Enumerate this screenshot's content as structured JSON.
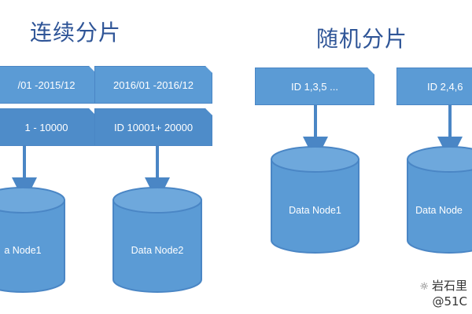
{
  "titles": {
    "sequential": "连续分片",
    "random": "随机分片"
  },
  "sequential": {
    "left": {
      "range": "/01 -2015/12",
      "id": "1 - 10000",
      "node": "a Node1"
    },
    "right": {
      "range": "2016/01 -2016/12",
      "id": "ID   10001+ 20000",
      "node": "Data Node2"
    }
  },
  "random": {
    "left": {
      "id": "ID    1,3,5 ...",
      "node": "Data Node1"
    },
    "right": {
      "id": "ID    2,4,6",
      "node": "Data Node"
    }
  },
  "watermark": {
    "line1": "岩石里",
    "line2": "@51C",
    "mark": "☼"
  },
  "colors": {
    "box": "#5b9bd5",
    "title": "#2f5597",
    "arrow": "#4a86c5"
  }
}
